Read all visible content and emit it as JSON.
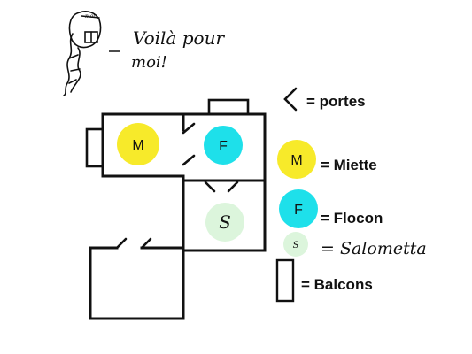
{
  "note": {
    "tag": "moi",
    "line1": "Voilà pour",
    "line2": "moi!"
  },
  "legend": {
    "doors_label": "= portes",
    "miette_label": "= Miette",
    "flocon_label": "= Flocon",
    "salometta_label": "= Salometta",
    "balcons_label": "= Balcons"
  },
  "markers": {
    "miette": {
      "letter": "M",
      "color": "#f7ea2a"
    },
    "flocon": {
      "letter": "F",
      "color": "#1ee0ea"
    },
    "salometta": {
      "letter": "S",
      "color": "#dcf5dc"
    }
  },
  "legend_markers": {
    "miette_letter": "M",
    "flocon_letter": "F",
    "salometta_letter": "S"
  },
  "colors": {
    "ink": "#111111",
    "background": "#ffffff"
  }
}
